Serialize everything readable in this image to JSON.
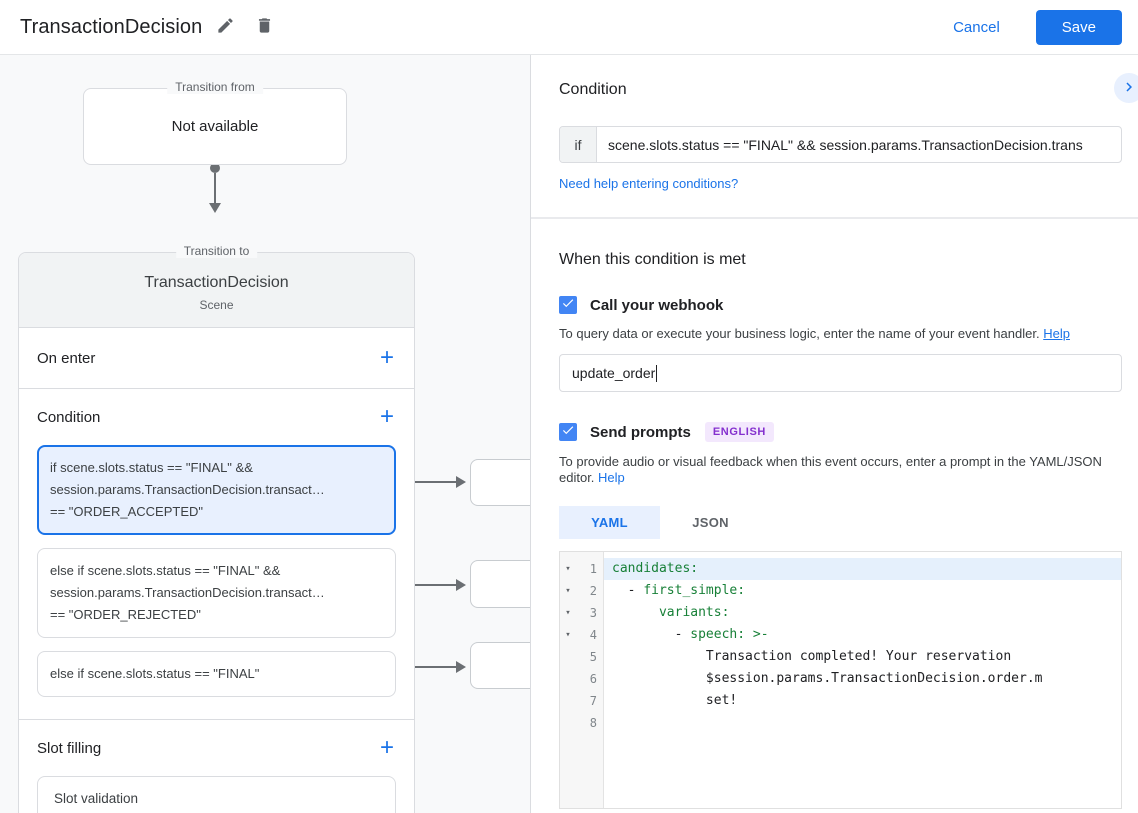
{
  "icons": {
    "add": "+",
    "fold": "▾"
  },
  "header": {
    "title": "TransactionDecision",
    "cancel": "Cancel",
    "save": "Save"
  },
  "canvas": {
    "transition_from": {
      "label": "Transition from",
      "content": "Not available"
    },
    "transition_to": {
      "label": "Transition to",
      "name": "TransactionDecision",
      "type": "Scene"
    },
    "sections": {
      "on_enter": "On enter",
      "condition": "Condition",
      "slot_filling": "Slot filling",
      "slot_validation": "Slot validation"
    },
    "conditions": [
      {
        "selected": true,
        "lines": [
          "if scene.slots.status == \"FINAL\" &&",
          "session.params.TransactionDecision.transact…",
          "== \"ORDER_ACCEPTED\""
        ]
      },
      {
        "selected": false,
        "lines": [
          "else if scene.slots.status == \"FINAL\" &&",
          "session.params.TransactionDecision.transact…",
          "== \"ORDER_REJECTED\""
        ]
      },
      {
        "selected": false,
        "lines": [
          "else if scene.slots.status == \"FINAL\""
        ]
      }
    ]
  },
  "panel": {
    "title": "Condition",
    "if_label": "if",
    "if_value": "scene.slots.status == \"FINAL\" && session.params.TransactionDecision.trans",
    "help_link": "Need help entering conditions?",
    "when_met_heading": "When this condition is met",
    "webhook": {
      "label": "Call your webhook",
      "description": "To query data or execute your business logic, enter the name of your event handler.",
      "help": "Help",
      "value": "update_order"
    },
    "prompts": {
      "label": "Send prompts",
      "badge": "ENGLISH",
      "description": "To provide audio or visual feedback when this event occurs, enter a prompt in the YAML/JSON editor.",
      "help": "Help"
    },
    "tabs": [
      {
        "label": "YAML",
        "active": true
      },
      {
        "label": "JSON",
        "active": false
      }
    ],
    "editor_lines": [
      {
        "n": 1,
        "fold": true,
        "active": true,
        "tokens": [
          [
            "k",
            "candidates:"
          ]
        ]
      },
      {
        "n": 2,
        "fold": true,
        "tokens": [
          [
            "p",
            "  - "
          ],
          [
            "k",
            "first_simple:"
          ]
        ]
      },
      {
        "n": 3,
        "fold": true,
        "tokens": [
          [
            "p",
            "      "
          ],
          [
            "k",
            "variants:"
          ]
        ]
      },
      {
        "n": 4,
        "fold": true,
        "tokens": [
          [
            "p",
            "        - "
          ],
          [
            "k",
            "speech:"
          ],
          [
            "p",
            " "
          ],
          [
            "k",
            ">-"
          ]
        ]
      },
      {
        "n": 5,
        "tokens": [
          [
            "p",
            "            Transaction completed! Your reservation"
          ]
        ]
      },
      {
        "n": 6,
        "tokens": [
          [
            "p",
            "            $session.params.TransactionDecision.order.m"
          ]
        ]
      },
      {
        "n": 7,
        "tokens": [
          [
            "p",
            "            set!"
          ]
        ]
      },
      {
        "n": 8,
        "tokens": []
      }
    ]
  }
}
